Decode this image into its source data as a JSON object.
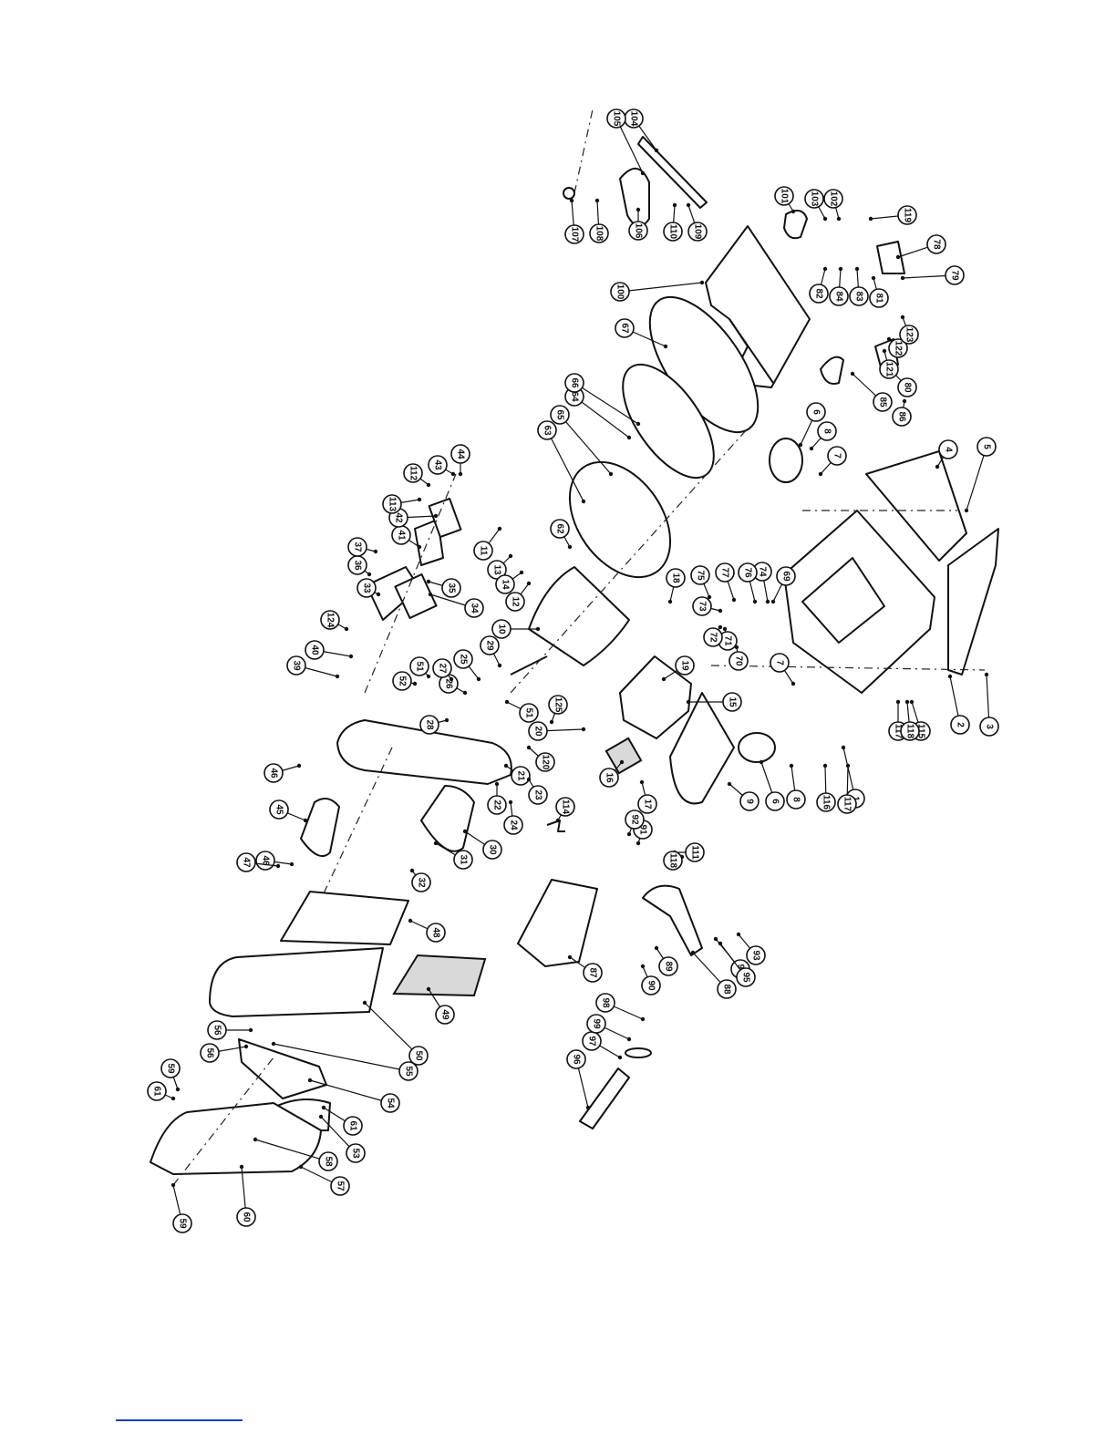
{
  "diagram": {
    "type": "exploded-parts-view",
    "line_color": "#111111",
    "footer_rule_color": "#1a3cc9",
    "callouts": [
      "1",
      "2",
      "3",
      "4",
      "5",
      "6",
      "7",
      "8",
      "9",
      "10",
      "11",
      "12",
      "13",
      "14",
      "15",
      "16",
      "17",
      "18",
      "19",
      "20",
      "21",
      "22",
      "23",
      "24",
      "25",
      "26",
      "27",
      "28",
      "29",
      "30",
      "31",
      "32",
      "33",
      "34",
      "35",
      "36",
      "37",
      "39",
      "40",
      "41",
      "42",
      "43",
      "44",
      "45",
      "46",
      "47",
      "48",
      "49",
      "50",
      "51",
      "52",
      "53",
      "54",
      "55",
      "56",
      "57",
      "58",
      "59",
      "60",
      "61",
      "62",
      "63",
      "64",
      "65",
      "66",
      "67",
      "69",
      "70",
      "71",
      "72",
      "73",
      "74",
      "75",
      "76",
      "77",
      "78",
      "79",
      "80",
      "81",
      "82",
      "83",
      "84",
      "85",
      "86",
      "87",
      "88",
      "89",
      "90",
      "91",
      "92",
      "93",
      "94",
      "95",
      "96",
      "97",
      "98",
      "99",
      "100",
      "101",
      "102",
      "103",
      "104",
      "105",
      "106",
      "107",
      "108",
      "109",
      "110",
      "111",
      "112",
      "113",
      "114",
      "115",
      "116",
      "117",
      "118",
      "119",
      "120",
      "121",
      "122",
      "123",
      "124",
      "125"
    ]
  }
}
